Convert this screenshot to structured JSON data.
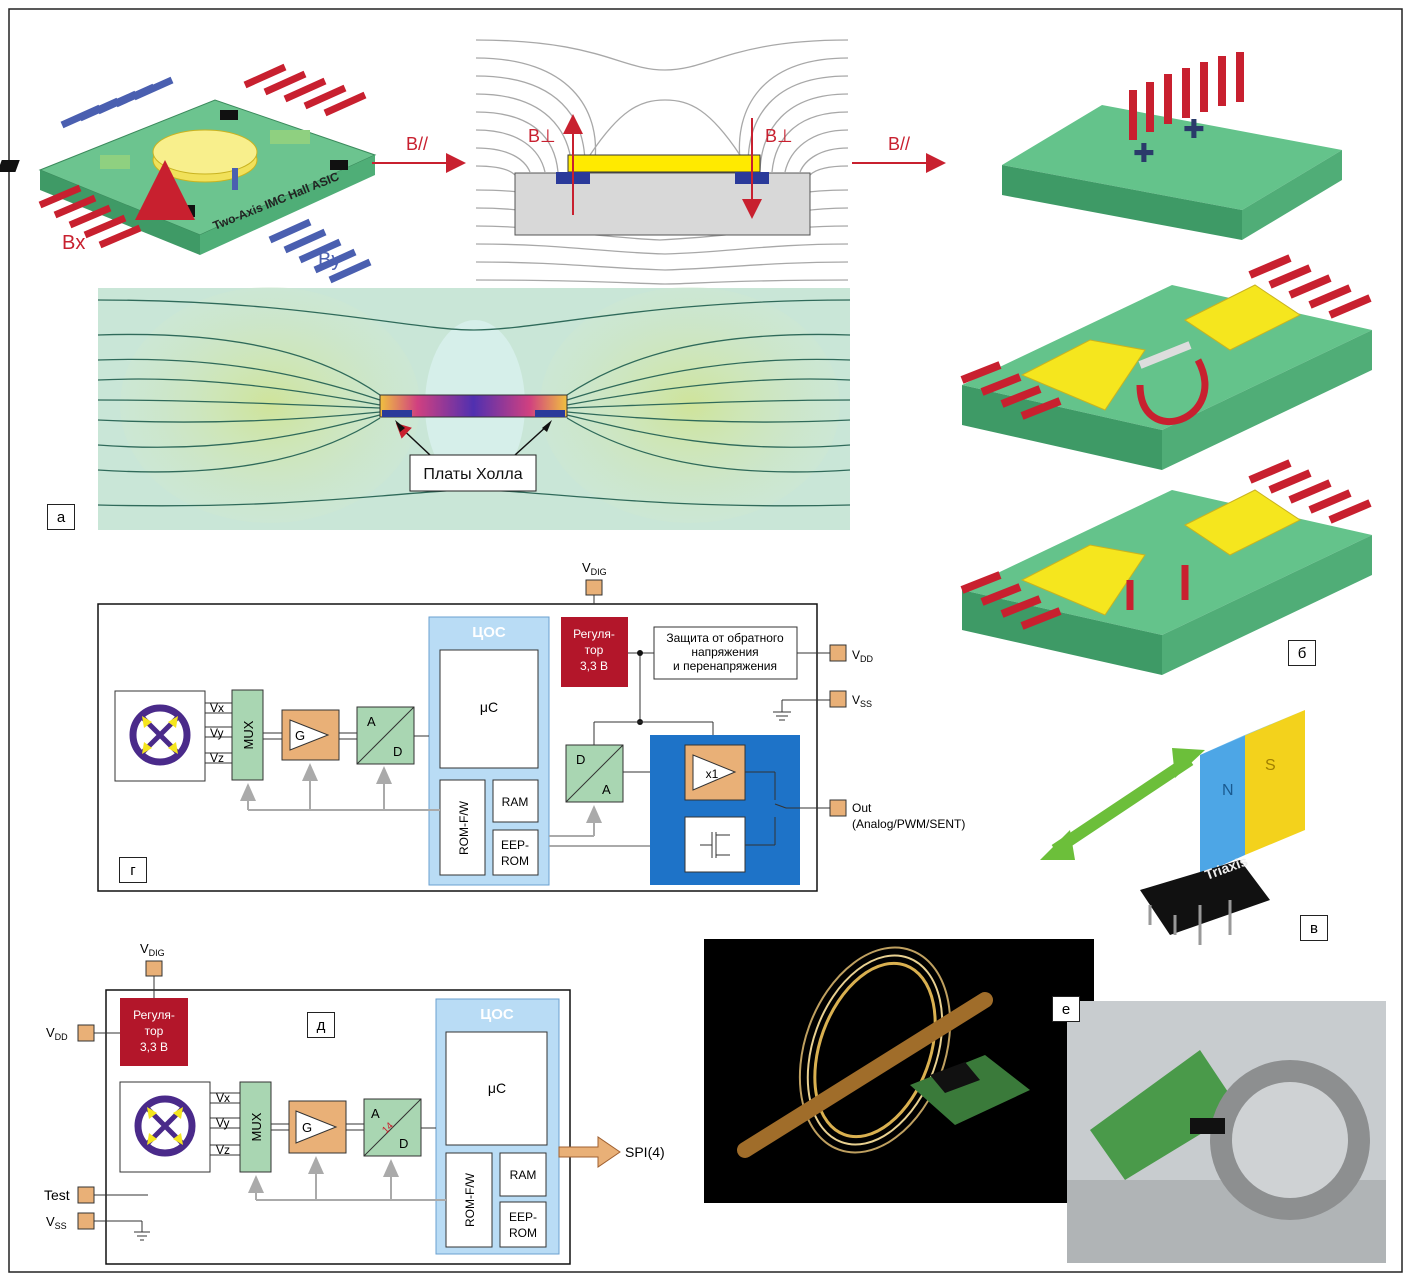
{
  "panel_labels": {
    "a": "а",
    "b": "б",
    "v": "в",
    "g": "г",
    "d": "д",
    "e": "е"
  },
  "panel_a": {
    "chip_text": "Two-Axis IMC Hall ASIC",
    "bx": "Bx",
    "by": "By",
    "b_parallel_1": "B//",
    "b_perp_left": "B⊥",
    "b_perp_right": "B⊥",
    "b_parallel_2": "B//",
    "hall_plates": "Платы Холла"
  },
  "panel_v": {
    "chip_text": "Triaxis",
    "magnet_n": "N",
    "magnet_s": "S"
  },
  "diagram_g": {
    "vdig": "V",
    "vdig_sub": "DIG",
    "regulator": [
      "Регуля-",
      "тор",
      "3,3 В"
    ],
    "protection": [
      "Защита от обратного",
      "напряжения",
      "и перенапряжения"
    ],
    "vdd": "V",
    "vdd_sub": "DD",
    "vss": "V",
    "vss_sub": "SS",
    "dsp": "ЦОС",
    "uc": "μC",
    "ram": "RAM",
    "rom": "ROM-F/W",
    "eeprom": [
      "EEP-",
      "ROM"
    ],
    "vx": "Vx",
    "vy": "Vy",
    "vz": "Vz",
    "mux": "MUX",
    "gain": "G",
    "adc_a": "A",
    "adc_d": "D",
    "dac_d": "D",
    "dac_a": "A",
    "buffer": "x1",
    "out": [
      "Out",
      "(Analog/PWM/SENT)"
    ]
  },
  "diagram_d": {
    "vdig": "V",
    "vdig_sub": "DIG",
    "regulator": [
      "Регуля-",
      "тор",
      "3,3 В"
    ],
    "vdd": "V",
    "vdd_sub": "DD",
    "dsp": "ЦОС",
    "uc": "μC",
    "ram": "RAM",
    "rom": "ROM-F/W",
    "eeprom": [
      "EEP-",
      "ROM"
    ],
    "vx": "Vx",
    "vy": "Vy",
    "vz": "Vz",
    "mux": "MUX",
    "gain": "G",
    "adc_a": "A",
    "adc_d": "D",
    "adc_bits": "14",
    "spi": "SPI(4)",
    "test": "Test",
    "vss": "V",
    "vss_sub": "SS"
  },
  "colors": {
    "chip_green": "#5fbf86",
    "arrow_red": "#c8202f",
    "arrow_blue": "#4a5fb0",
    "dsp_blue": "#b9dcf5",
    "block_blue": "#1e73c8",
    "regulator_red": "#b3162a",
    "amp_orange": "#eab07a",
    "mux_green": "#a9d6b2",
    "magnet_yellow": "#f5e61e"
  }
}
